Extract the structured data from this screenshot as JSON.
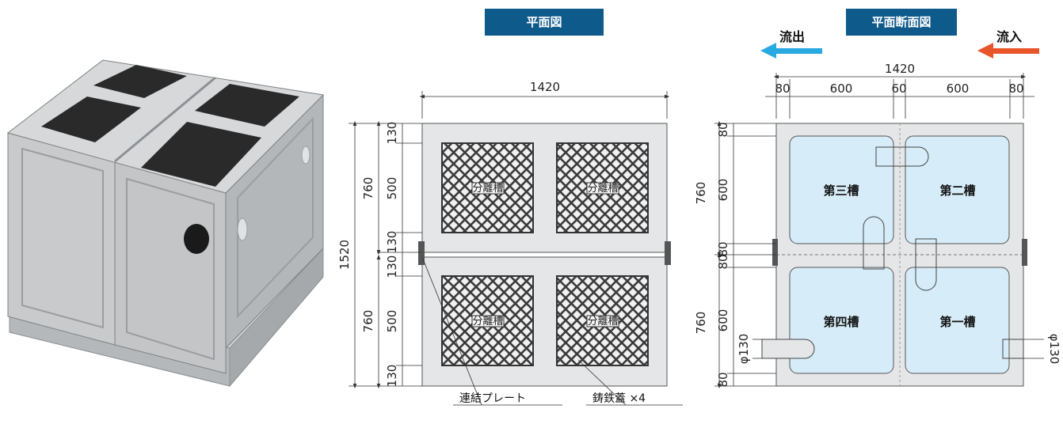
{
  "titles": {
    "plan": "平面図",
    "section": "平面断面図"
  },
  "flow": {
    "outlet": "流出",
    "inlet": "流入",
    "outlet_color": "#29a9e1",
    "inlet_color": "#e8552b"
  },
  "plan_dims": {
    "width": "1420",
    "height": "1520",
    "half_upper": "760",
    "half_lower": "760",
    "d130a": "130",
    "d500a": "500",
    "d130b": "130",
    "d130c": "130",
    "d500b": "500",
    "d130d": "130"
  },
  "cover_label": "分離槽",
  "callouts": {
    "plate": "連結プレート",
    "covers": "鋳鉄蓋 ×4"
  },
  "section_dims": {
    "width": "1420",
    "w80a": "80",
    "w600a": "600",
    "w60": "60",
    "w600b": "600",
    "w80b": "80",
    "h760a": "760",
    "h760b": "760",
    "h80a": "80",
    "h600a": "600",
    "h80b": "80",
    "h80c": "80",
    "h600b": "600",
    "h80d": "80",
    "pipe_left": "φ130",
    "pipe_right": "φ130"
  },
  "chambers": {
    "third": "第三槽",
    "second": "第二槽",
    "fourth": "第四槽",
    "first": "第一槽"
  },
  "colors": {
    "title_bg": "#0e5a8a",
    "chamber_fill": "#d6ecf8",
    "body_fill": "#e4e6e8",
    "lid_dark": "#2a2a2a"
  }
}
